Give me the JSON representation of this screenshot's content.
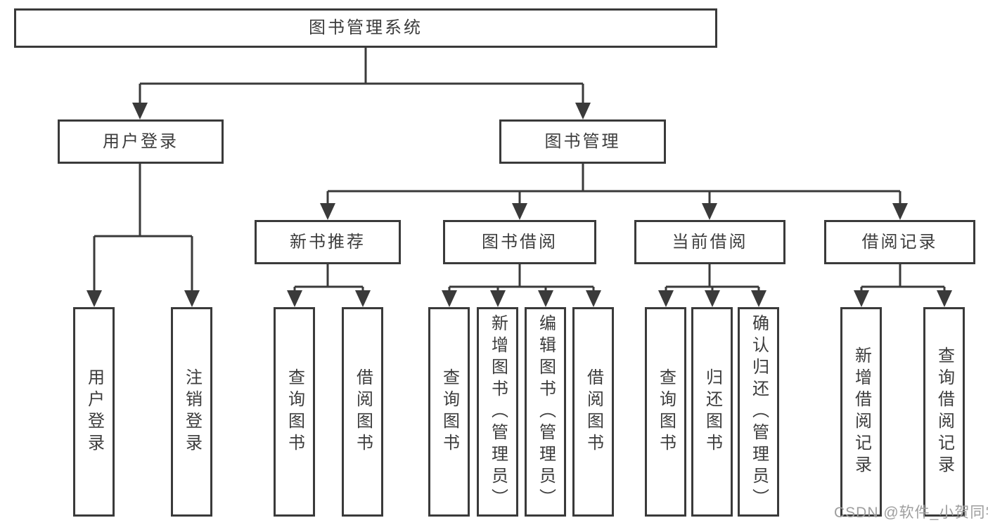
{
  "title": "图书管理系统",
  "tree": {
    "root": {
      "label": "图书管理系统"
    },
    "level2": [
      {
        "id": "user-login-group",
        "label": "用户登录",
        "parent": "图书管理系统"
      },
      {
        "id": "book-management",
        "label": "图书管理",
        "parent": "图书管理系统"
      }
    ],
    "level3": [
      {
        "id": "new-book-recommend",
        "label": "新书推荐",
        "parent": "图书管理"
      },
      {
        "id": "book-borrow",
        "label": "图书借阅",
        "parent": "图书管理"
      },
      {
        "id": "current-borrow",
        "label": "当前借阅",
        "parent": "图书管理"
      },
      {
        "id": "borrow-records",
        "label": "借阅记录",
        "parent": "图书管理"
      }
    ],
    "leaves": [
      {
        "label": "用户登录",
        "parent": "用户登录"
      },
      {
        "label": "注销登录",
        "parent": "用户登录"
      },
      {
        "label": "查询图书",
        "parent": "新书推荐"
      },
      {
        "label": "借阅图书",
        "parent": "新书推荐"
      },
      {
        "label": "查询图书",
        "parent": "图书借阅"
      },
      {
        "label": "新增图书（管理员）",
        "parent": "图书借阅"
      },
      {
        "label": "编辑图书（管理员）",
        "parent": "图书借阅"
      },
      {
        "label": "借阅图书",
        "parent": "图书借阅"
      },
      {
        "label": "查询图书",
        "parent": "当前借阅"
      },
      {
        "label": "归还图书",
        "parent": "当前借阅"
      },
      {
        "label": "确认归还（管理员）",
        "parent": "当前借阅"
      },
      {
        "label": "新增借阅记录",
        "parent": "借阅记录"
      },
      {
        "label": "查询借阅记录",
        "parent": "借阅记录"
      }
    ]
  },
  "watermark": {
    "text": "CSDN @软件_小贺同学"
  },
  "colors": {
    "line": "#3a3a3a",
    "box_border": "#3a3a3a",
    "box_fill": "#ffffff",
    "text": "#3c3c3c",
    "background": "#ffffff",
    "watermark": "#9e9e9e"
  }
}
